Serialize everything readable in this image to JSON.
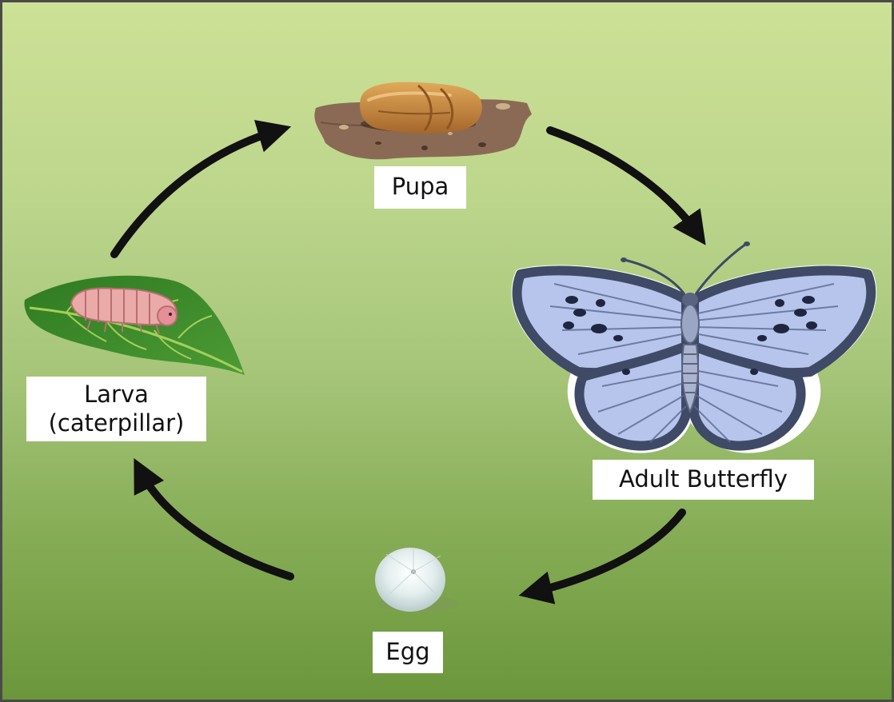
{
  "diagram": {
    "stages": {
      "pupa": {
        "label": "Pupa",
        "illustration": "pupa-on-soil"
      },
      "adult": {
        "label": "Adult Butterfly",
        "illustration": "blue-butterfly"
      },
      "egg": {
        "label": "Egg",
        "illustration": "white-egg"
      },
      "larva": {
        "label_line1": "Larva",
        "label_line2": "(caterpillar)",
        "illustration": "caterpillar-on-leaf"
      }
    },
    "cycle_order": [
      "Pupa",
      "Adult Butterfly",
      "Egg",
      "Larva (caterpillar)"
    ],
    "colors": {
      "background_top": "#cde196",
      "background_bottom": "#6b963a",
      "arrow": "#111111",
      "butterfly_wing": "#b7c4ec",
      "butterfly_edge": "#3f4a66",
      "leaf": "#3f8d2c",
      "pupa": "#c98a3f",
      "soil": "#8b6a55"
    }
  }
}
